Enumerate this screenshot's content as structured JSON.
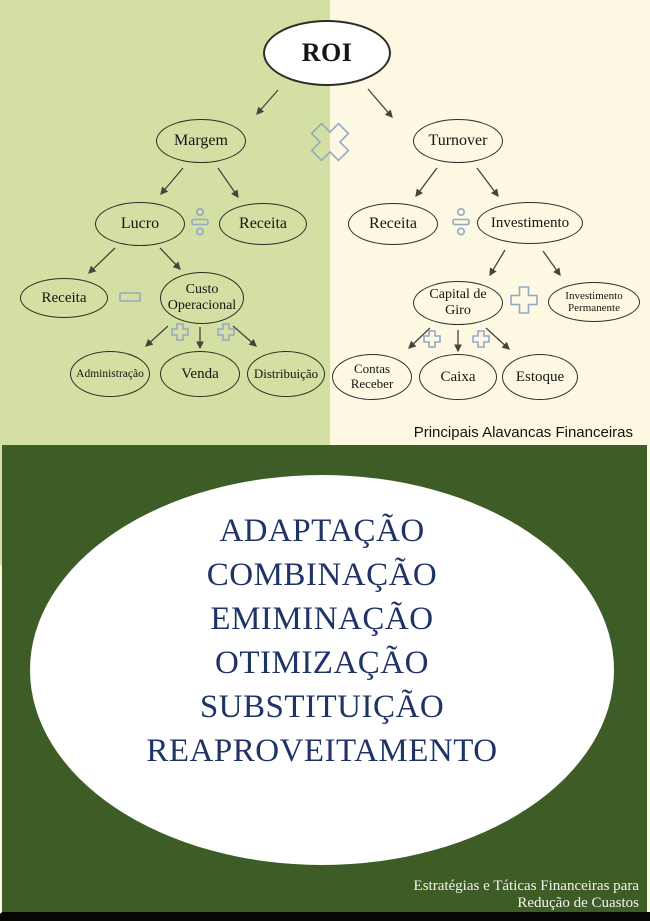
{
  "colors": {
    "panel_top_left": "#d4dfa3",
    "panel_top_right": "#fdf8e2",
    "panel_bottom": "#3e5c26",
    "node_fill_roi": "#ffffff",
    "strategy_text": "#1f3366",
    "operator_stroke": "#94a9c3"
  },
  "diagram": {
    "nodes": {
      "roi": "ROI",
      "margem": "Margem",
      "turnover": "Turnover",
      "lucro": "Lucro",
      "receita_margem": "Receita",
      "receita_lucro": "Receita",
      "custo_operacional": "Custo Operacional",
      "administracao": "Administração",
      "venda": "Venda",
      "distribuicao": "Distribuição",
      "receita_turnover": "Receita",
      "investimento": "Investimento",
      "capital_de_giro": "Capital de Giro",
      "investimento_permanente": "Investimento Permanente",
      "contas_receber": "Contas Receber",
      "caixa": "Caixa",
      "estoque": "Estoque"
    },
    "operators": {
      "multiply": "×",
      "divide": "÷",
      "minus": "−",
      "plus": "+"
    },
    "caption": "Principais Alavancas Financeiras"
  },
  "strategies": {
    "items": [
      "ADAPTAÇÃO",
      "COMBINAÇÃO",
      "EMIMINAÇÃO",
      "OTIMIZAÇÃO",
      "SUBSTITUIÇÃO",
      "REAPROVEITAMENTO"
    ],
    "caption_line1": "Estratégias e Táticas Financeiras para",
    "caption_line2": "Redução de Cuastos"
  }
}
